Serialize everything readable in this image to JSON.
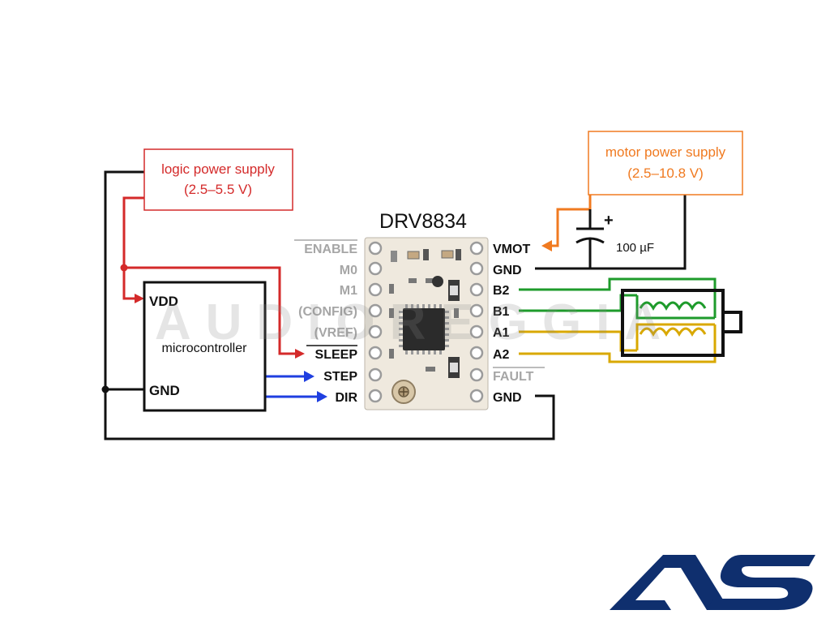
{
  "title": "DRV8834",
  "logic_supply": {
    "line1": "logic power supply",
    "line2": "(2.5–5.5 V)"
  },
  "motor_supply": {
    "line1": "motor power supply",
    "line2": "(2.5–10.8 V)"
  },
  "microcontroller": {
    "label": "microcontroller",
    "vdd": "VDD",
    "gnd": "GND"
  },
  "capacitor": {
    "value": "100 µF",
    "plus": "+"
  },
  "left_pins": [
    "ENABLE",
    "M0",
    "M1",
    "(CONFIG)",
    "(VREF)",
    "SLEEP",
    "STEP",
    "DIR"
  ],
  "right_pins": [
    "VMOT",
    "GND",
    "B2",
    "B1",
    "A1",
    "A2",
    "FAULT",
    "GND"
  ],
  "watermark": "AUDIOREGGIA",
  "logo": "AS",
  "colors": {
    "logic": "#d42a2a",
    "motor": "#f07a20",
    "signal": "#1f3fe0",
    "coil_b": "#1e9b2b",
    "coil_a": "#d9a800",
    "ground": "#111111",
    "logo": "#0f2f6e",
    "pcb": "#efe9de"
  }
}
